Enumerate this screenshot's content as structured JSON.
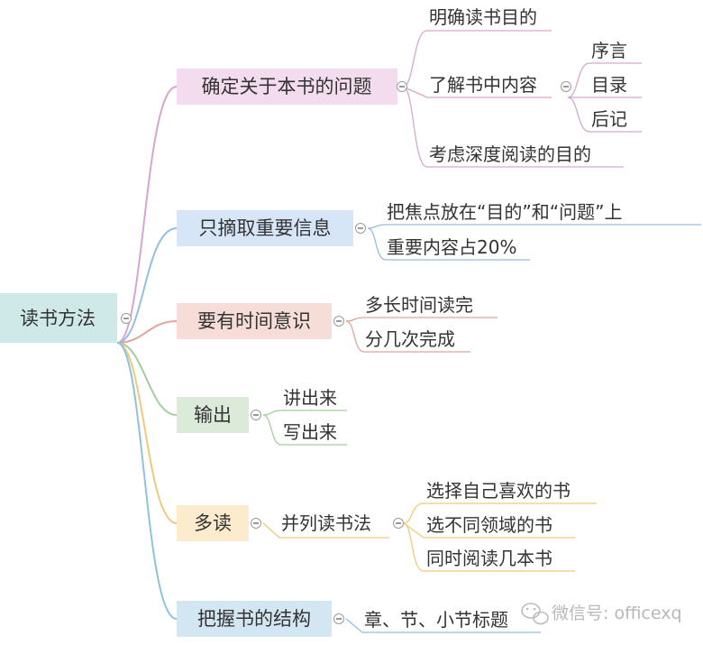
{
  "root": {
    "label": "读书方法",
    "color": "#cfe8e8",
    "line": "#9cc8cc"
  },
  "branches": [
    {
      "label": "确定关于本书的问题",
      "color": "#f3dcee",
      "line": "#d7a6cf",
      "children": [
        {
          "label": "明确读书目的"
        },
        {
          "label": "了解书中内容",
          "children": [
            {
              "label": "序言"
            },
            {
              "label": "目录"
            },
            {
              "label": "后记"
            }
          ]
        },
        {
          "label": "考虑深度阅读的目的"
        }
      ]
    },
    {
      "label": "只摘取重要信息",
      "color": "#d6e6f7",
      "line": "#94bde6",
      "children": [
        {
          "label": "把焦点放在“目的”和“问题”上"
        },
        {
          "label": "重要内容占20%"
        }
      ]
    },
    {
      "label": "要有时间意识",
      "color": "#f7ddd8",
      "line": "#e0a49a",
      "children": [
        {
          "label": "多长时间读完"
        },
        {
          "label": "分几次完成"
        }
      ]
    },
    {
      "label": "输出",
      "color": "#dcebd9",
      "line": "#a5cc9d",
      "children": [
        {
          "label": "讲出来"
        },
        {
          "label": "写出来"
        }
      ]
    },
    {
      "label": "多读",
      "color": "#fcebcc",
      "line": "#f0c978",
      "children": [
        {
          "label": "并列读书法",
          "children": [
            {
              "label": "选择自己喜欢的书"
            },
            {
              "label": "选不同领域的书"
            },
            {
              "label": "同时阅读几本书"
            }
          ]
        }
      ]
    },
    {
      "label": "把握书的结构",
      "color": "#d2e7f1",
      "line": "#8fc2db",
      "children": [
        {
          "label": "章、节、小节标题"
        }
      ]
    }
  ],
  "watermark": {
    "text": "微信号: officexq",
    "icon": "wechat-icon"
  }
}
